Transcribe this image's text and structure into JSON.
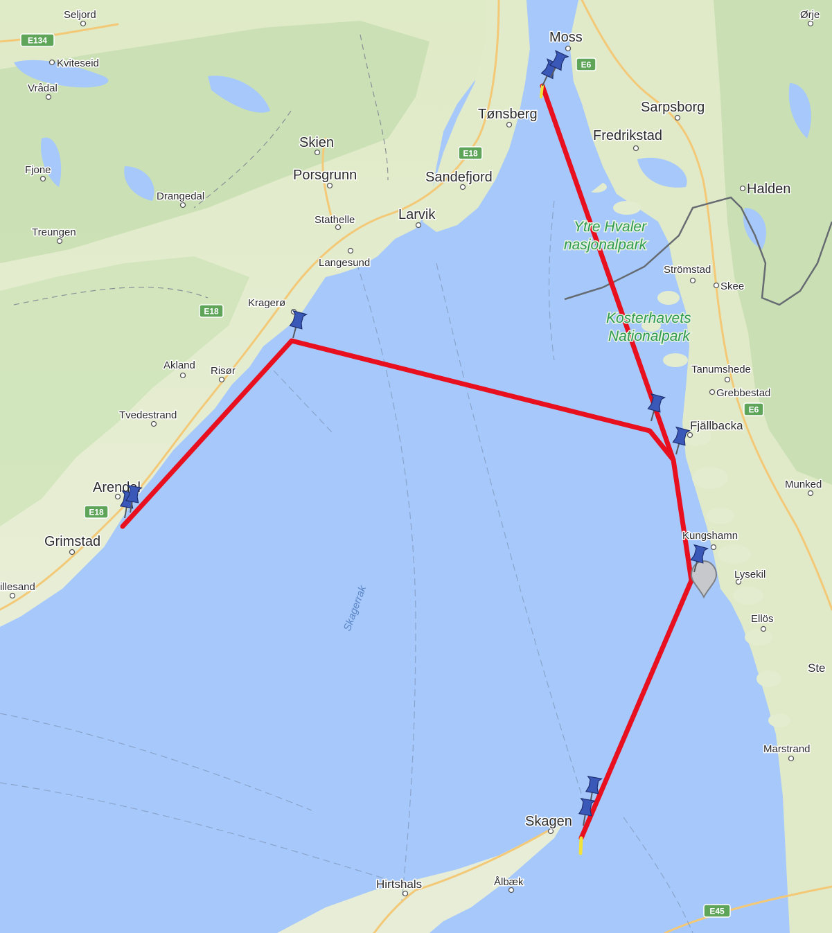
{
  "map": {
    "sea_label": "Skagerrak",
    "places": [
      {
        "id": "seljord",
        "name": "Seljord"
      },
      {
        "id": "kviteseid",
        "name": "Kviteseid"
      },
      {
        "id": "vradal",
        "name": "Vrådal"
      },
      {
        "id": "fjone",
        "name": "Fjone"
      },
      {
        "id": "drangedal",
        "name": "Drangedal"
      },
      {
        "id": "treungen",
        "name": "Treungen"
      },
      {
        "id": "skien",
        "name": "Skien"
      },
      {
        "id": "porsgrunn",
        "name": "Porsgrunn"
      },
      {
        "id": "stathelle",
        "name": "Stathelle"
      },
      {
        "id": "larvik",
        "name": "Larvik"
      },
      {
        "id": "langesund",
        "name": "Langesund"
      },
      {
        "id": "sandefjord",
        "name": "Sandefjord"
      },
      {
        "id": "tonsberg",
        "name": "Tønsberg"
      },
      {
        "id": "moss",
        "name": "Moss"
      },
      {
        "id": "orje",
        "name": "Ørje"
      },
      {
        "id": "sarpsborg",
        "name": "Sarpsborg"
      },
      {
        "id": "fredrikstad",
        "name": "Fredrikstad"
      },
      {
        "id": "halden",
        "name": "Halden"
      },
      {
        "id": "stromstad",
        "name": "Strömstad"
      },
      {
        "id": "skee",
        "name": "Skee"
      },
      {
        "id": "tanumshede",
        "name": "Tanumshede"
      },
      {
        "id": "grebbestad",
        "name": "Grebbestad"
      },
      {
        "id": "fjallbacka",
        "name": "Fjällbacka"
      },
      {
        "id": "munkedal",
        "name": "Munked"
      },
      {
        "id": "kungshamn",
        "name": "Kungshamn"
      },
      {
        "id": "lysekil",
        "name": "Lysekil"
      },
      {
        "id": "ellos",
        "name": "Ellös"
      },
      {
        "id": "stenungsund",
        "name": "Ste"
      },
      {
        "id": "marstrand",
        "name": "Marstrand"
      },
      {
        "id": "kragero",
        "name": "Kragerø"
      },
      {
        "id": "akland",
        "name": "Akland"
      },
      {
        "id": "risor",
        "name": "Risør"
      },
      {
        "id": "tvedestrand",
        "name": "Tvedestrand"
      },
      {
        "id": "arendal",
        "name": "Arendal"
      },
      {
        "id": "grimstad",
        "name": "Grimstad"
      },
      {
        "id": "lillesand",
        "name": "illesand"
      },
      {
        "id": "skagen",
        "name": "Skagen"
      },
      {
        "id": "hirtshals",
        "name": "Hirtshals"
      },
      {
        "id": "albaek",
        "name": "Ålbæk"
      }
    ],
    "parks": [
      {
        "id": "ytre-hvaler",
        "lines": [
          "Ytre Hvaler",
          "nasjonalpark"
        ]
      },
      {
        "id": "kosterhavet",
        "lines": [
          "Kosterhavets",
          "Nationalpark"
        ]
      }
    ],
    "road_shields": [
      {
        "id": "e134",
        "label": "E134"
      },
      {
        "id": "e6-north",
        "label": "E6"
      },
      {
        "id": "e18-vestfold",
        "label": "E18"
      },
      {
        "id": "e18-kragero",
        "label": "E18"
      },
      {
        "id": "e18-arendal",
        "label": "E18"
      },
      {
        "id": "e6-bohuslan",
        "label": "E6"
      },
      {
        "id": "e45",
        "label": "E45"
      }
    ],
    "colors": {
      "water": "#a6c8fb",
      "land": "#e4eccf",
      "forest": "#c8e0b0",
      "route": "#e8101e",
      "pin": "#3a58b8",
      "road": "#f3c978",
      "shield": "#5ea55a",
      "border": "#666b72"
    },
    "route_icon": "route-line",
    "pin_icon": "pushpin-icon",
    "marker_icon": "location-marker-icon"
  }
}
